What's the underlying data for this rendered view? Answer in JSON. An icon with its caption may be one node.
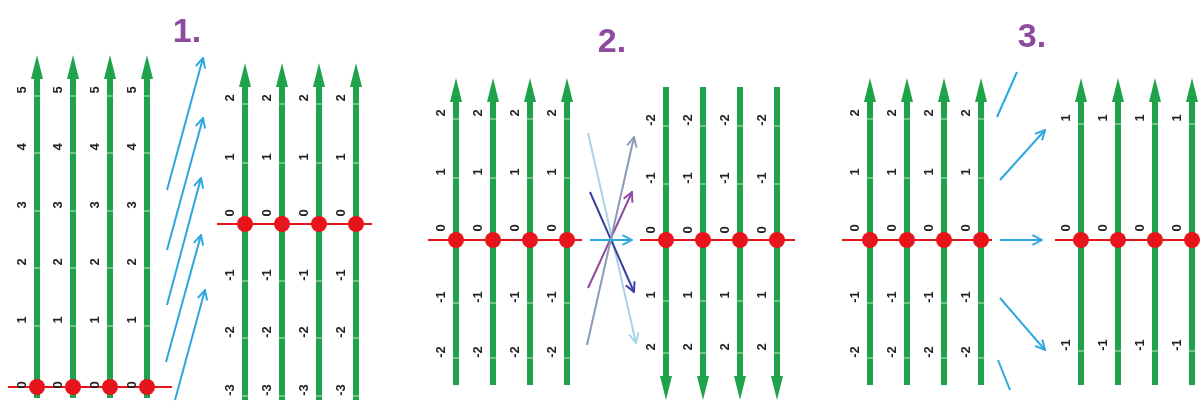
{
  "diagram": {
    "labels": [
      "1.",
      "5",
      "4",
      "3",
      "2",
      "1",
      "0",
      "5",
      "4",
      "3",
      "2",
      "1",
      "0",
      "5",
      "4",
      "3",
      "2",
      "1",
      "0",
      "5",
      "4",
      "3",
      "2",
      "1",
      "0",
      "2",
      "1",
      "0",
      "-1",
      "-2",
      "-3",
      "2",
      "1",
      "0",
      "-1",
      "-2",
      "-3",
      "2",
      "1",
      "0",
      "-1",
      "-2",
      "-3",
      "2",
      "1",
      "0",
      "-1",
      "-2",
      "-3",
      "2.",
      "2",
      "1",
      "0",
      "-1",
      "-2",
      "2",
      "1",
      "0",
      "-1",
      "-2",
      "2",
      "1",
      "0",
      "-1",
      "-2",
      "2",
      "1",
      "0",
      "-1",
      "-2",
      "-2",
      "-1",
      "0",
      "1",
      "2",
      "-2",
      "-1",
      "0",
      "1",
      "2",
      "-2",
      "-1",
      "0",
      "1",
      "2",
      "-2",
      "-1",
      "0",
      "1",
      "2",
      "3.",
      "2",
      "1",
      "0",
      "-1",
      "-2",
      "2",
      "1",
      "0",
      "-1",
      "-2",
      "2",
      "1",
      "0",
      "-1",
      "-2",
      "2",
      "1",
      "0",
      "-1",
      "-2",
      "1",
      "0",
      "-1",
      "1",
      "0",
      "-1",
      "1",
      "0",
      "-1",
      "1",
      "0",
      "-1"
    ]
  }
}
